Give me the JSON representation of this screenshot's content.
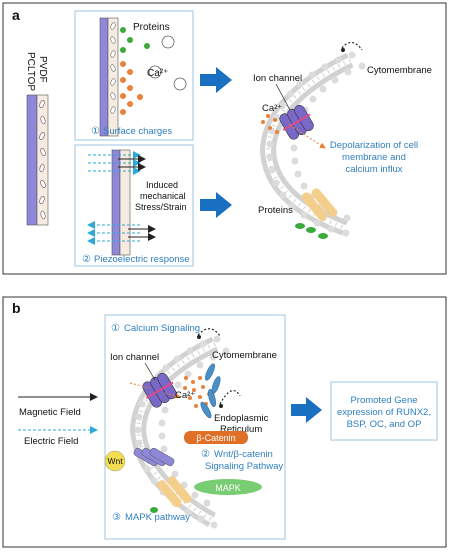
{
  "colors": {
    "panel_border": "#333333",
    "sub_border": "#9cc6e0",
    "arrow_blue": "#1a70c0",
    "text_blue": "#2f7fc0",
    "film_purple": "#8f88d8",
    "film_beige": "#f6ebe0",
    "membrane_gray": "#d2d2d2",
    "calcium_orange": "#e8823a",
    "protein_green": "#3aaa3a",
    "channel_purple": "#7a68c8",
    "channel_pink": "#e04a8a",
    "yellow_receptor": "#f4cf8c",
    "beta_catenin": "#e07028",
    "mapk_green": "#78cc72",
    "wnt_yellow": "#f2dc50",
    "er_blue": "#4a90c8"
  },
  "panel_a": {
    "label": "a",
    "material_label_1": "PVDF",
    "material_label_2": "PCLTOP",
    "proteins": "Proteins",
    "calcium": "Ca²⁺",
    "surface_num": "①",
    "surface_charges": "Surface charges",
    "induced_1": "Induced",
    "induced_2": "mechanical",
    "induced_3": "Stress/Strain",
    "piezo_num": "②",
    "piezo_response": "Piezoelectric response",
    "ion_channel": "Ion channel",
    "calcium_cell": "Ca²⁺",
    "cytomembrane": "Cytomembrane",
    "depol_1": "Depolarization of cell",
    "depol_2": "membrane and",
    "depol_3": "calcium influx",
    "proteins_cell": "Proteins"
  },
  "panel_b": {
    "label": "b",
    "calcium_num": "①",
    "calcium_signaling": "Calcium Signaling",
    "cytomembrane": "Cytomembrane",
    "ion_channel": "Ion channel",
    "calcium": "Ca²⁺",
    "er_1": "Endoplasmic",
    "er_2": "Reticulum",
    "beta_catenin": "β-Catenin",
    "wnt_num": "②",
    "wnt_pathway_1": "Wnt/β-catenin",
    "wnt_pathway_2": "Signaling Pathway",
    "mapk": "MAPK",
    "wnt": "Wnt",
    "mapk_num": "③",
    "mapk_pathway": "MAPK pathway",
    "magnetic_field": "Magnetic Field",
    "electric_field": "Electric Field",
    "outcome_1": "Promoted Gene",
    "outcome_2": "expression of RUNX2,",
    "outcome_3": "BSP, OC, and OP"
  }
}
